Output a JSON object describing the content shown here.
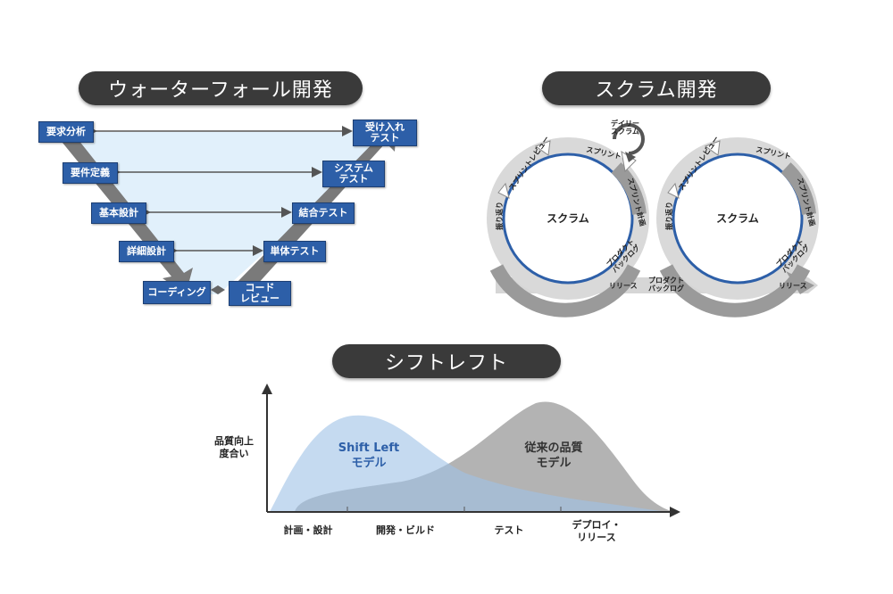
{
  "waterfall": {
    "title": "ウォーターフォール開発",
    "left": [
      "要求分析",
      "要件定義",
      "基本設計",
      "詳細設計",
      "コーディング"
    ],
    "right": [
      "受け入れ\nテスト",
      "システム\nテスト",
      "結合テスト",
      "単体テスト",
      "コード\nレビュー"
    ]
  },
  "scrum": {
    "title": "スクラム開発",
    "center": "スクラム",
    "daily": "デイリー\nスクラム",
    "sprint": "スプリント",
    "review": "スプリントレビュー",
    "retro": "振り返り",
    "planning": "スプリント計画",
    "backlog": "プロダクト\nバックログ",
    "release": "リリース"
  },
  "shiftleft": {
    "title": "シフトレフト",
    "ylabel": "品質向上\n度合い",
    "shift_label": "Shift Left\nモデル",
    "trad_label": "従来の品質\nモデル",
    "phases": [
      "計画・設計",
      "開発・ビルド",
      "テスト",
      "デプロイ・\nリリース"
    ]
  },
  "colors": {
    "pill": "#3a3a3a",
    "box": "#2d5fa8",
    "ring": "#2d5fa8",
    "shift": "#b8d0ec",
    "trad": "#b0b0b0"
  }
}
